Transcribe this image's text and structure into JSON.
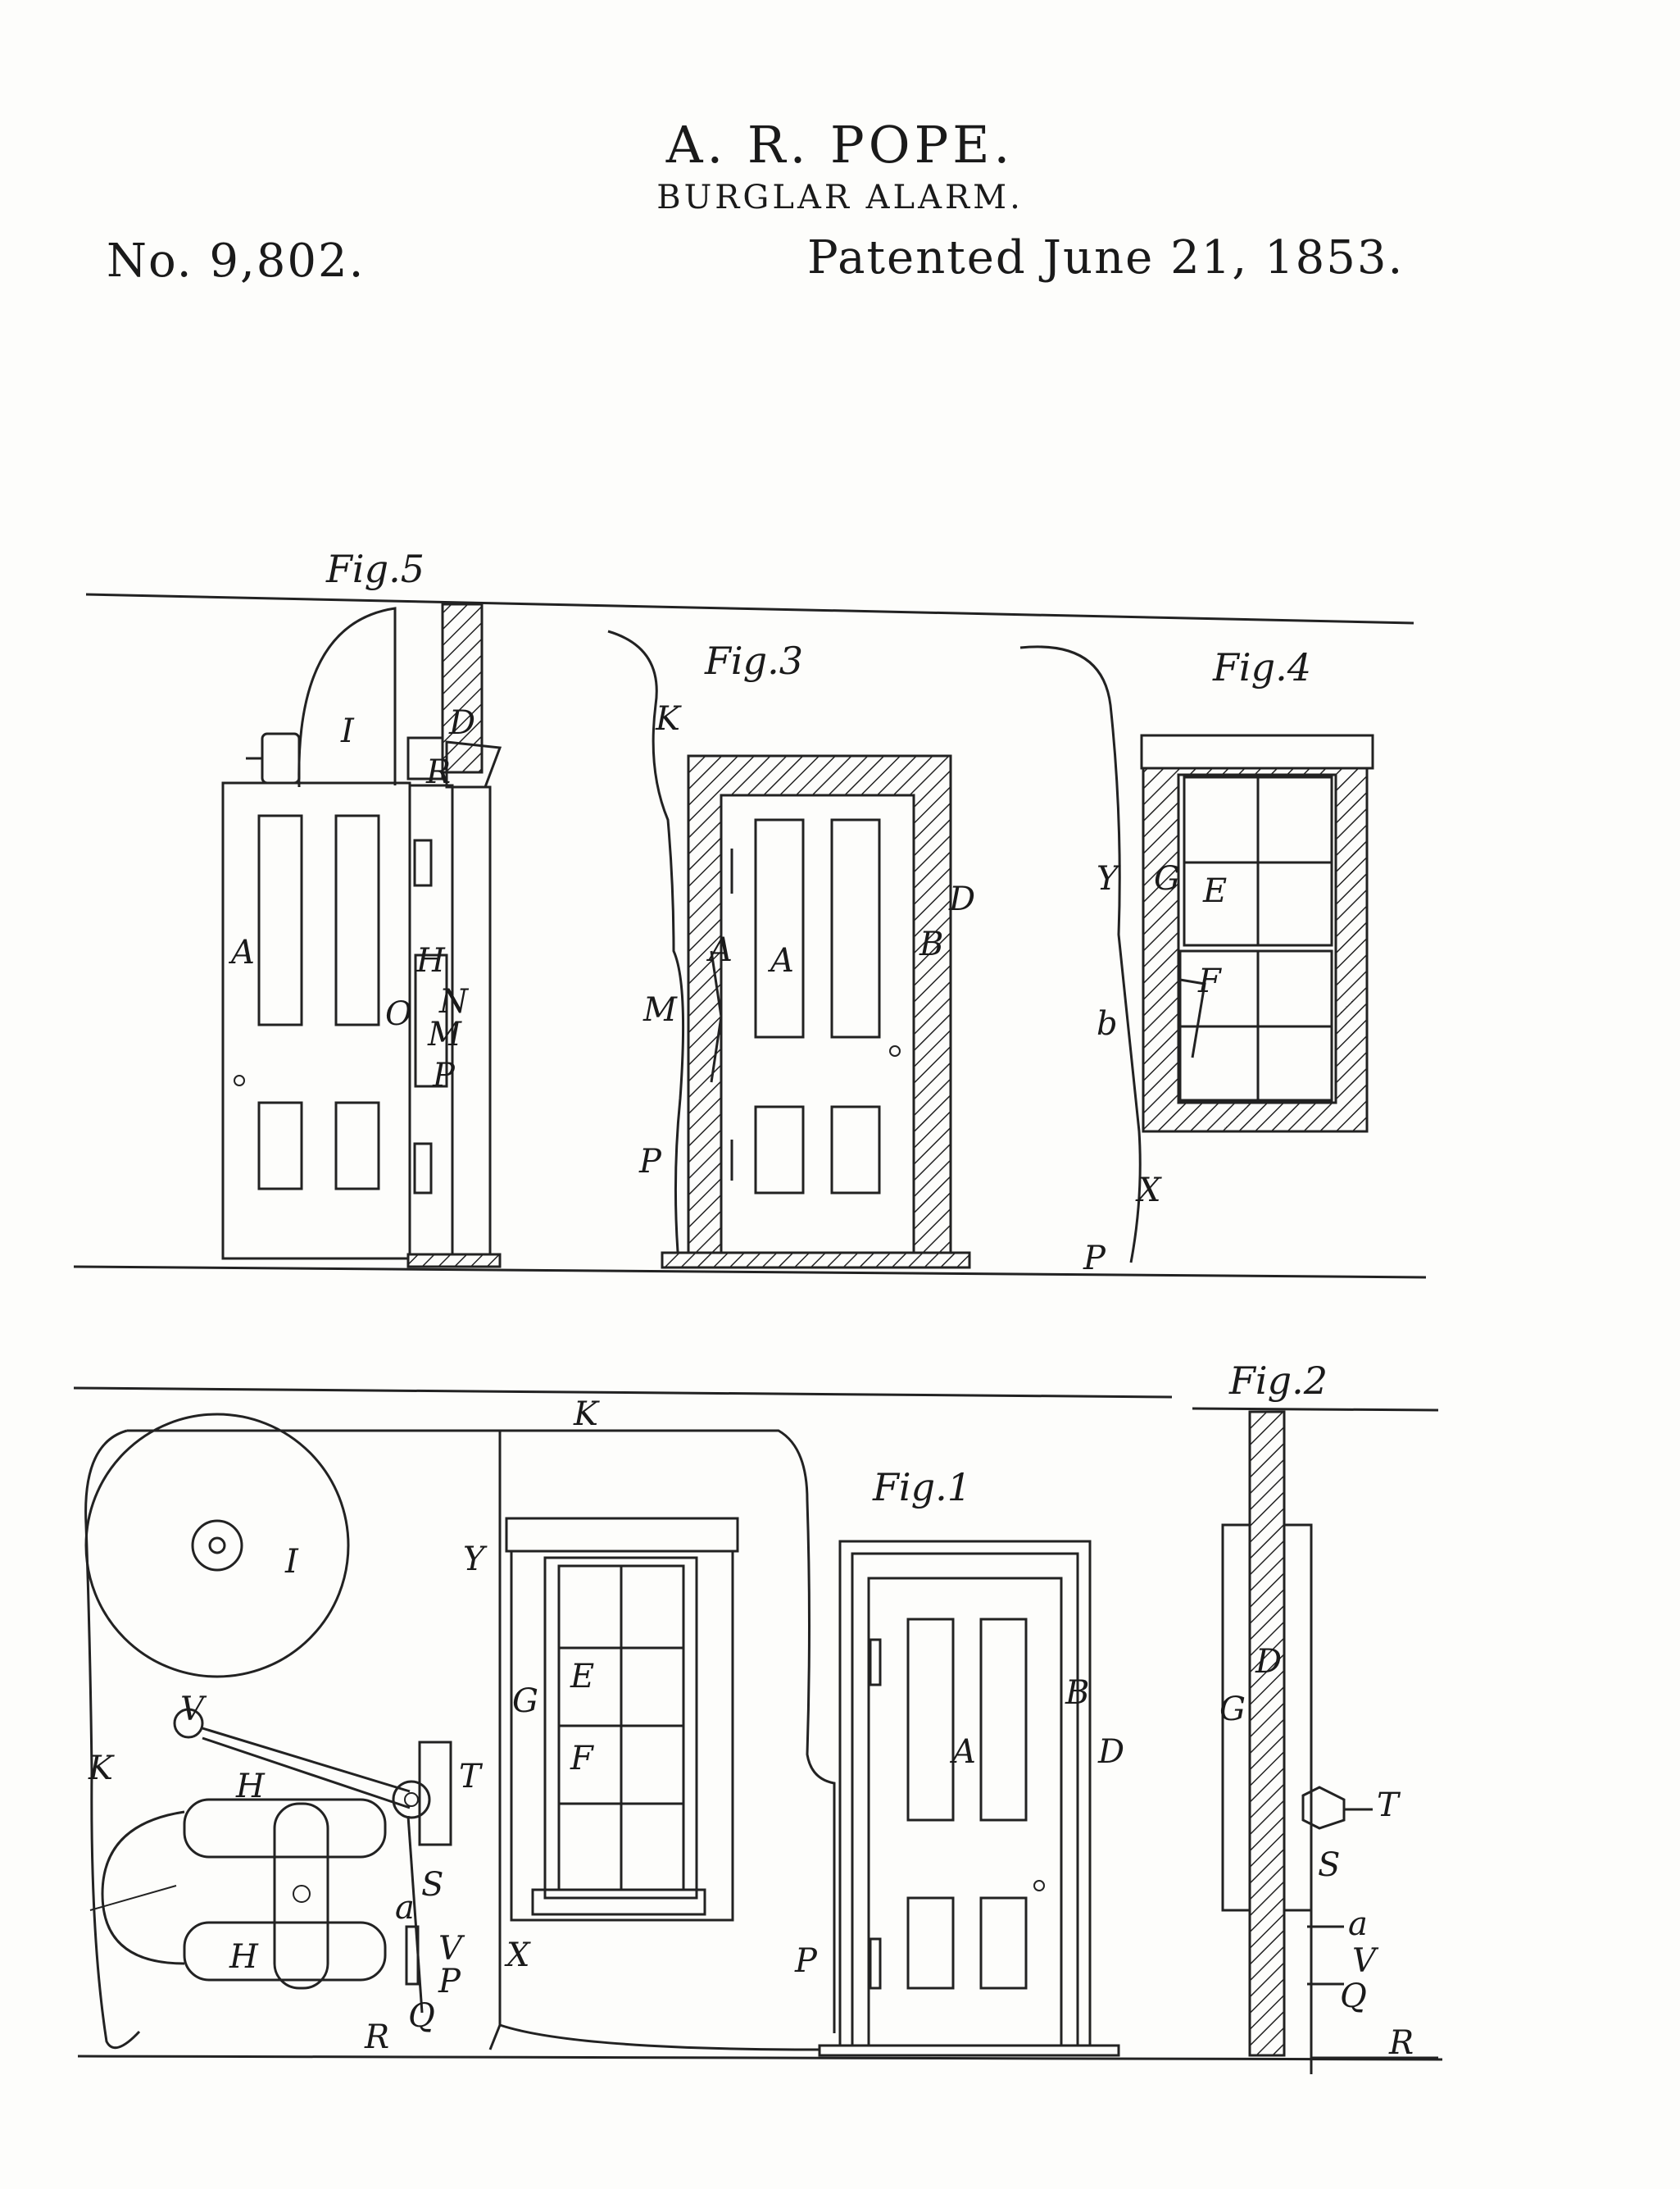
{
  "header": {
    "inventor": "A. R. POPE.",
    "subject": "BURGLAR ALARM.",
    "patent_number": "No. 9,802.",
    "patent_date": "Patented June 21, 1853."
  },
  "figures": {
    "fig1": "Fig.1",
    "fig2": "Fig.2",
    "fig3": "Fig.3",
    "fig4": "Fig.4",
    "fig5": "Fig.5"
  },
  "labels": {
    "A": "A",
    "B": "B",
    "D": "D",
    "E": "E",
    "F": "F",
    "G": "G",
    "H": "H",
    "I": "I",
    "K": "K",
    "M": "M",
    "N": "N",
    "O": "O",
    "P": "P",
    "Q": "Q",
    "R": "R",
    "S": "S",
    "T": "T",
    "V": "V",
    "X": "X",
    "Y": "Y",
    "a": "a",
    "b": "b"
  }
}
